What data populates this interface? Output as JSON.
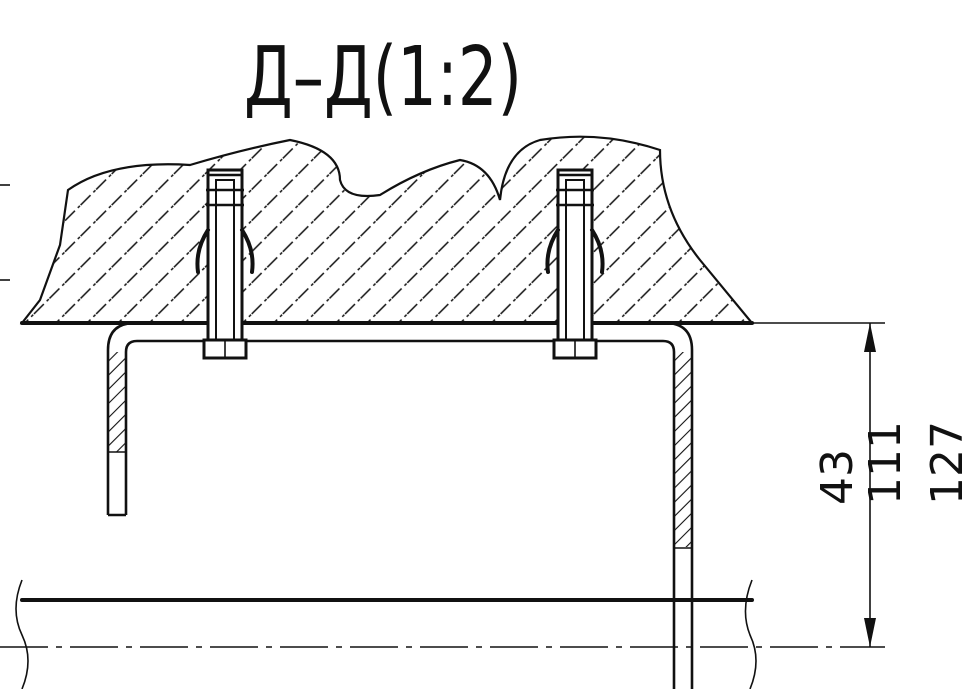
{
  "section": {
    "title": "Д–Д(1:2)"
  },
  "dimensions": {
    "d1": "43",
    "d2": "111",
    "d3": "127"
  },
  "colors": {
    "line": "#111111",
    "background": "#ffffff"
  }
}
